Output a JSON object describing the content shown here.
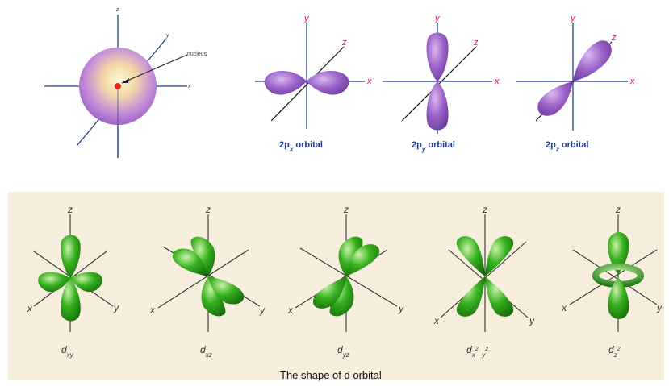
{
  "s_orbital": {
    "nucleus_label": "nucleus",
    "axes": {
      "x": "x",
      "y": "y",
      "z": "z"
    }
  },
  "p_orbitals": [
    {
      "name": "2p",
      "subscript": "x",
      "suffix": " orbital",
      "axes": {
        "x": "x",
        "y": "y",
        "z": "z"
      }
    },
    {
      "name": "2p",
      "subscript": "y",
      "suffix": " orbital",
      "axes": {
        "x": "x",
        "y": "y",
        "z": "z"
      }
    },
    {
      "name": "2p",
      "subscript": "z",
      "suffix": " orbital",
      "axes": {
        "x": "x",
        "y": "y",
        "z": "z"
      }
    }
  ],
  "d_orbitals": [
    {
      "base": "d",
      "subscript": "xy",
      "axes": {
        "x": "x",
        "y": "y",
        "z": "z"
      }
    },
    {
      "base": "d",
      "subscript": "xz",
      "axes": {
        "x": "x",
        "y": "y",
        "z": "z"
      }
    },
    {
      "base": "d",
      "subscript": "yz",
      "axes": {
        "x": "x",
        "y": "y",
        "z": "z"
      }
    },
    {
      "base": "d",
      "subscript": "x",
      "sup1": "2",
      "subscript2": "−y",
      "sup2": "2",
      "axes": {
        "x": "x",
        "y": "y",
        "z": "z"
      }
    },
    {
      "base": "d",
      "subscript": "z",
      "sup1": "2",
      "axes": {
        "x": "x",
        "y": "y",
        "z": "z"
      }
    }
  ],
  "d_panel": {
    "caption": "The shape of d orbital"
  },
  "colors": {
    "s_orbital": "#b77fd0",
    "p_lobe": "#9b63c9",
    "d_lobe": "#2ea319",
    "d_panel_bg": "#f7eede",
    "p_axis_label": "#e01060",
    "p_axis": "#1f3f8f"
  }
}
